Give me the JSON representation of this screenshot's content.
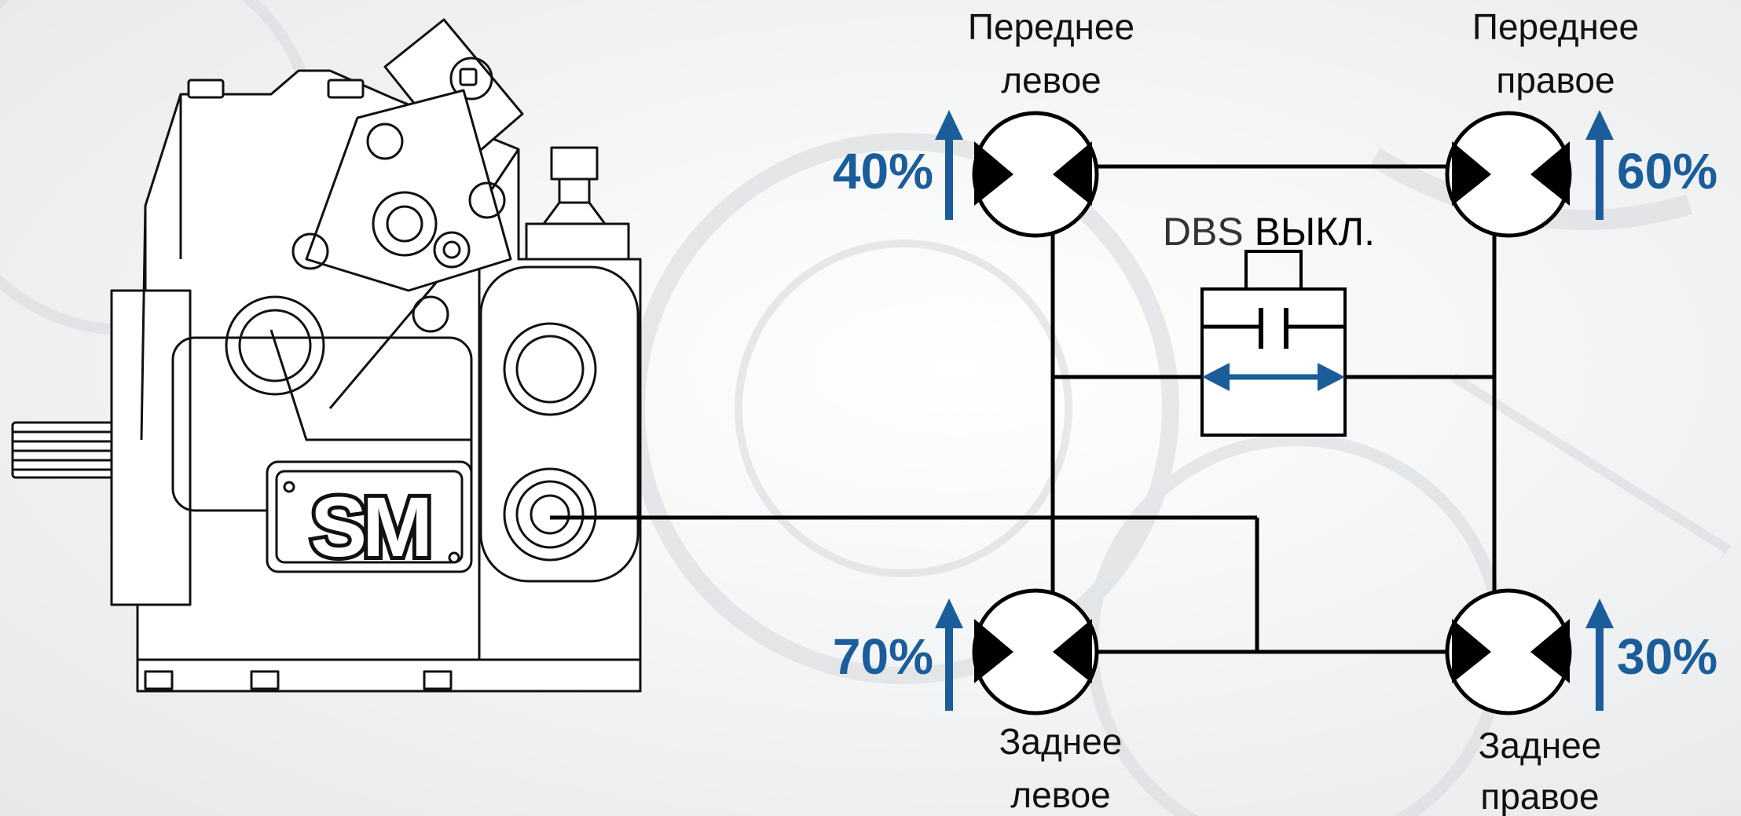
{
  "motors": {
    "front_left": {
      "name_line1": "Переднее",
      "name_line2": "левое",
      "percent": "40%"
    },
    "front_right": {
      "name_line1": "Переднее",
      "name_line2": "правое",
      "percent": "60%"
    },
    "rear_left": {
      "name_line1": "Заднее",
      "name_line2": "левое",
      "percent": "70%"
    },
    "rear_right": {
      "name_line1": "Заднее",
      "name_line2": "правое",
      "percent": "30%"
    }
  },
  "dbs": {
    "label_prefix": "DBS",
    "label_state": "ВЫКЛ."
  },
  "pump": {
    "logo_text": "SM",
    "logo_icon": "sm-logo"
  },
  "colors": {
    "accent": "#1a5d9a",
    "lines": "#000000",
    "background": "#f0f1f2"
  }
}
